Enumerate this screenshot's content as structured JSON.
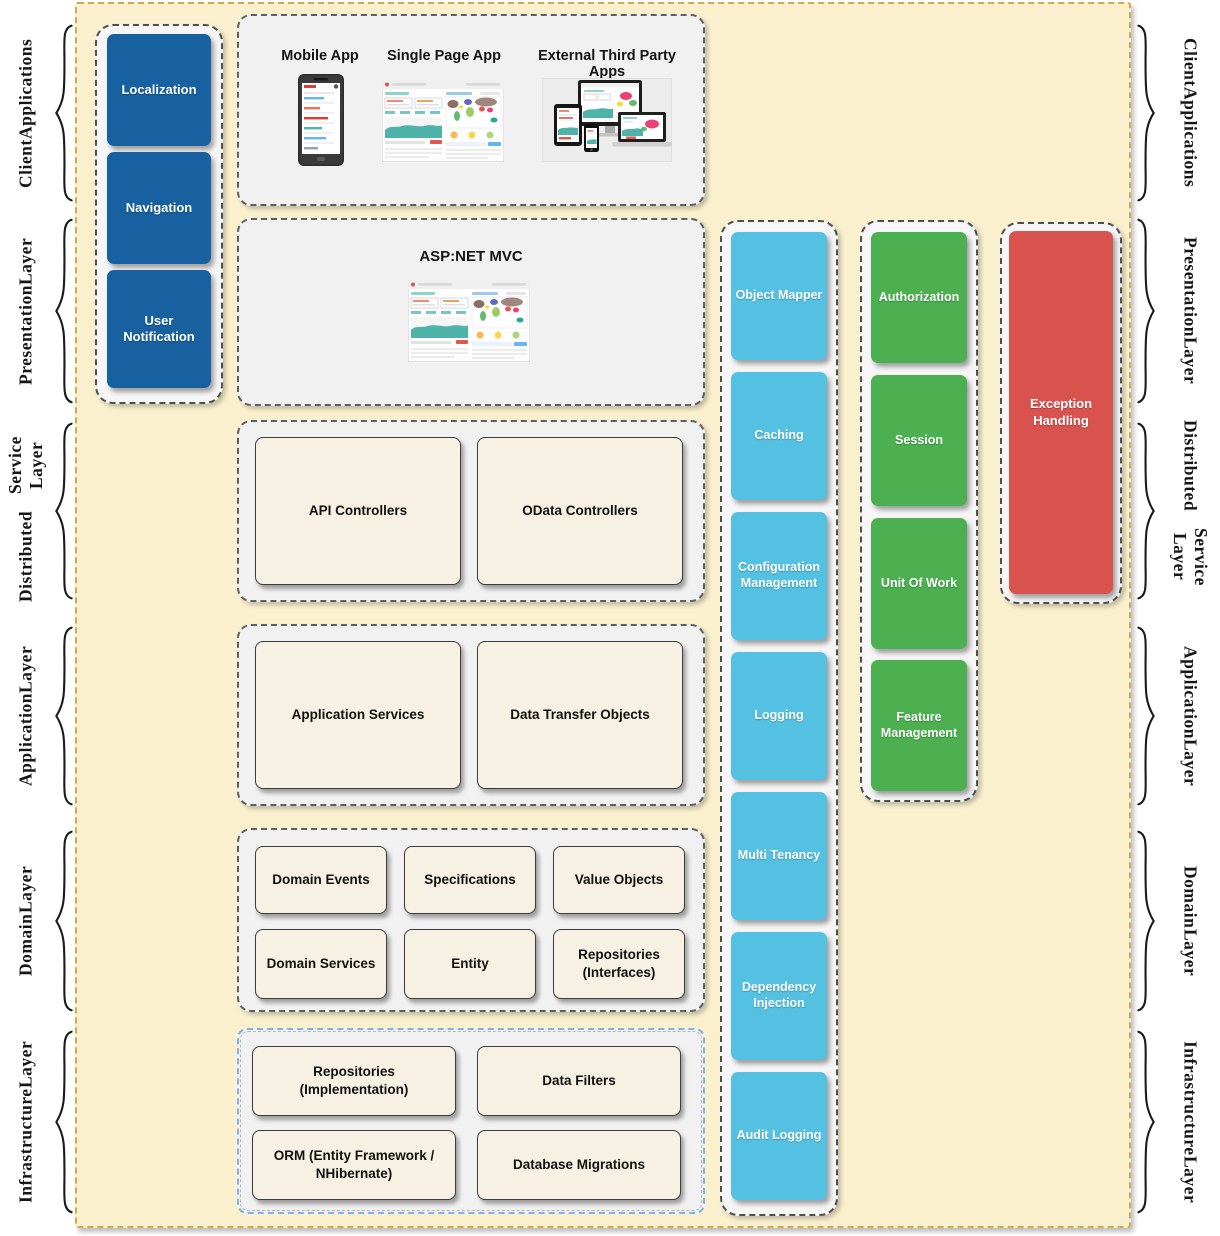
{
  "layers": [
    {
      "name": "Client Applications",
      "line1": "Client",
      "line2": "Applications"
    },
    {
      "name": "Presentation Layer",
      "line1": "Presentation",
      "line2": "Layer"
    },
    {
      "name": "Distributed Service Layer",
      "line1": "Distributed",
      "line2": "Service Layer"
    },
    {
      "name": "Application Layer",
      "line1": "Application",
      "line2": "Layer"
    },
    {
      "name": "Domain Layer",
      "line1": "Domain",
      "line2": "Layer"
    },
    {
      "name": "Infrastructure Layer",
      "line1": "Infrastructure",
      "line2": "Layer"
    }
  ],
  "sidebar": {
    "items": [
      "Localization",
      "Navigation",
      "User Notification"
    ]
  },
  "client_apps": {
    "labels": [
      "Mobile App",
      "Single Page App",
      "External Third Party Apps"
    ]
  },
  "mvc_title": "ASP:NET MVC",
  "service_boxes": [
    "API Controllers",
    "OData Controllers"
  ],
  "app_boxes": [
    "Application Services",
    "Data Transfer Objects"
  ],
  "domain_boxes": [
    "Domain Events",
    "Specifications",
    "Value Objects",
    "Domain Services",
    "Entity",
    "Repositories (Interfaces)"
  ],
  "infra_boxes": [
    "Repositories (Implementation)",
    "Data Filters",
    "ORM (Entity Framework / NHibernate)",
    "Database Migrations"
  ],
  "cyan_boxes": [
    "Object Mapper",
    "Caching",
    "Configuration Management",
    "Logging",
    "Multi Tenancy",
    "Dependency Injection",
    "Audit Logging"
  ],
  "green_boxes": [
    "Authorization",
    "Session",
    "Unit Of Work",
    "Feature Management"
  ],
  "red_boxes": [
    "Exception Handling"
  ],
  "colors": {
    "background": "#FAF0CE",
    "outer_border": "#CCAB52",
    "panel_gray": "#F1F1F1",
    "blue": "#1761A0",
    "cyan": "#55C1E2",
    "green": "#4CB050",
    "red": "#D9534E",
    "beige_box": "#F6F1E2",
    "infra_border": "#7FB2E5",
    "chart_teal": "#4FB3A9"
  }
}
